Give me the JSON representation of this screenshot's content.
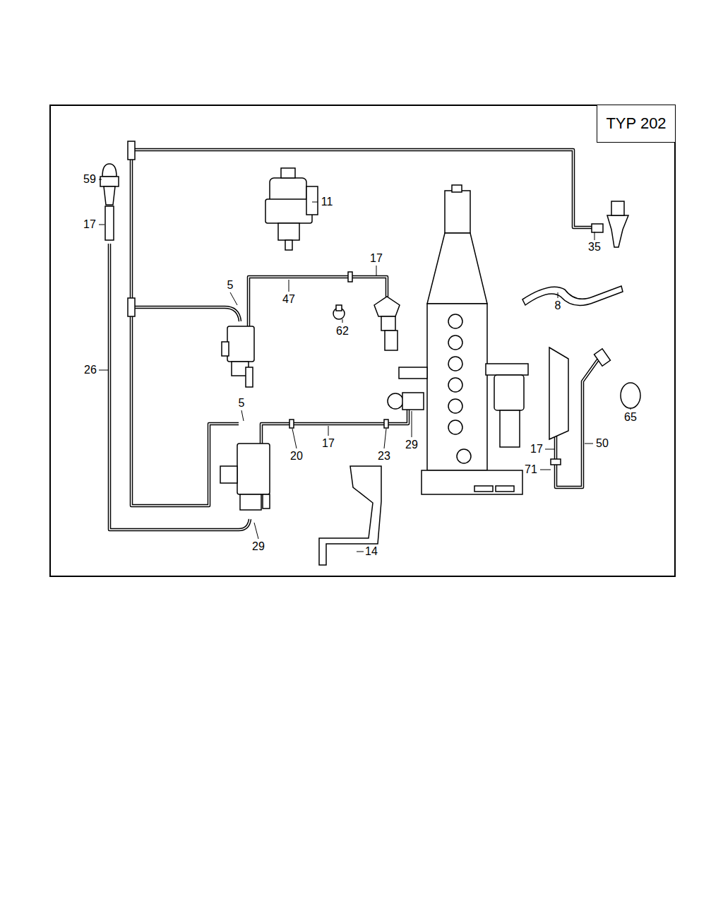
{
  "diagram": {
    "nodes": [
      {
        "text": [
          "TYP 202"
        ]
      }
    ],
    "labels": [
      "59",
      "11",
      "17",
      "35",
      "17",
      "5",
      "47",
      "8",
      "62",
      "26",
      "5",
      "65",
      "17",
      "29",
      "50",
      "20",
      "23",
      "17",
      "71",
      "29",
      "14"
    ]
  }
}
